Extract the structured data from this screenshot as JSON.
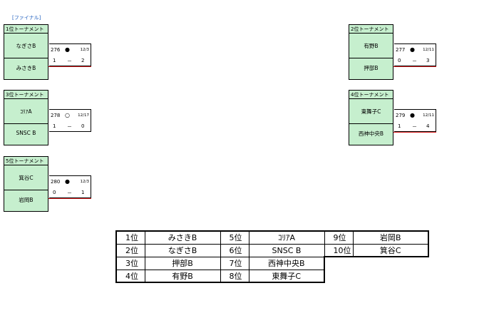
{
  "header": {
    "final_label": "[ファイナル]"
  },
  "brackets": [
    {
      "title": "1位トーナメント",
      "team1": "なぎさB",
      "team2": "みさきB",
      "match": {
        "number": "276",
        "mark": "●",
        "date": "12/3",
        "score1": "1",
        "dash": "－",
        "score2": "2"
      }
    },
    {
      "title": "2位トーナメント",
      "team1": "有野B",
      "team2": "押部B",
      "match": {
        "number": "277",
        "mark": "●",
        "date": "12/11",
        "score1": "0",
        "dash": "－",
        "score2": "3"
      }
    },
    {
      "title": "3位トーナメント",
      "team1": "ｺﾘｱA",
      "team2": "SNSC B",
      "match": {
        "number": "278",
        "mark": "○",
        "date": "12/17",
        "score1": "1",
        "dash": "－",
        "score2": "0"
      }
    },
    {
      "title": "4位トーナメント",
      "team1": "東舞子C",
      "team2": "西神中央B",
      "match": {
        "number": "279",
        "mark": "●",
        "date": "12/11",
        "score1": "1",
        "dash": "－",
        "score2": "4"
      }
    },
    {
      "title": "5位トーナメント",
      "team1": "箕谷C",
      "team2": "岩岡B",
      "match": {
        "number": "280",
        "mark": "●",
        "date": "12/3",
        "score1": "0",
        "dash": "－",
        "score2": "1"
      }
    }
  ],
  "ranking": [
    [
      {
        "rank": "1位",
        "team": "みさきB"
      },
      {
        "rank": "5位",
        "team": "ｺﾘｱA"
      },
      {
        "rank": "9位",
        "team": "岩岡B"
      }
    ],
    [
      {
        "rank": "2位",
        "team": "なぎさB"
      },
      {
        "rank": "6位",
        "team": "SNSC B"
      },
      {
        "rank": "10位",
        "team": "箕谷C"
      }
    ],
    [
      {
        "rank": "3位",
        "team": "押部B"
      },
      {
        "rank": "7位",
        "team": "西神中央B"
      }
    ],
    [
      {
        "rank": "4位",
        "team": "有野B"
      },
      {
        "rank": "8位",
        "team": "東舞子C"
      }
    ]
  ]
}
